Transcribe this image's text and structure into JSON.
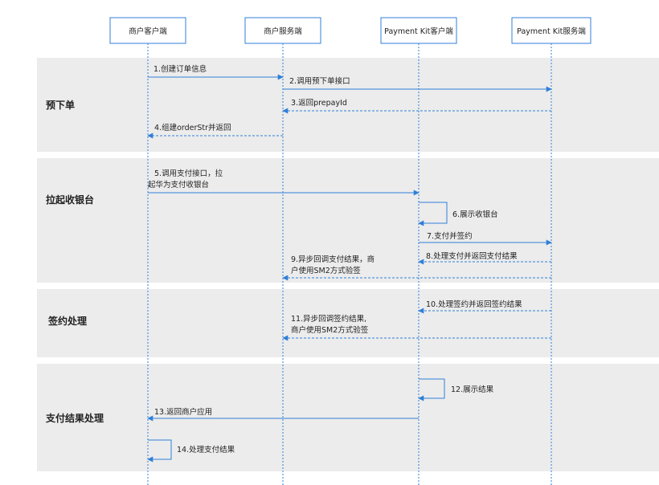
{
  "colors": {
    "lane_bg": "#ececec",
    "line": "#2f7fd8",
    "actor_border": "#2f7fd8",
    "actor_bg": "#ffffff",
    "text": "#222222"
  },
  "actors": [
    {
      "id": "merchant_client",
      "label": "商户客户端"
    },
    {
      "id": "merchant_server",
      "label": "商户服务端"
    },
    {
      "id": "kit_client",
      "label": "Payment Kit客户端"
    },
    {
      "id": "kit_server",
      "label": "Payment Kit服务端"
    }
  ],
  "lanes": [
    {
      "id": "prepay",
      "label": "预下单"
    },
    {
      "id": "cashier",
      "label": "拉起收银台"
    },
    {
      "id": "sign",
      "label": "签约处理"
    },
    {
      "id": "result",
      "label": "支付结果处理"
    }
  ],
  "messages": [
    {
      "id": "m1",
      "from": "merchant_client",
      "to": "merchant_server",
      "style": "solid",
      "lines": [
        "1.创建订单信息"
      ]
    },
    {
      "id": "m2",
      "from": "merchant_server",
      "to": "kit_server",
      "style": "solid",
      "lines": [
        "2.调用预下单接口"
      ]
    },
    {
      "id": "m3",
      "from": "kit_server",
      "to": "merchant_server",
      "style": "dashed",
      "lines": [
        "3.返回prepayId"
      ]
    },
    {
      "id": "m4",
      "from": "merchant_server",
      "to": "merchant_client",
      "style": "dashed",
      "lines": [
        "4.组建orderStr并返回"
      ]
    },
    {
      "id": "m5",
      "from": "merchant_client",
      "to": "kit_client",
      "style": "solid",
      "lines": [
        "5.调用支付接口，拉",
        "起华为支付收银台"
      ]
    },
    {
      "id": "m6",
      "from": "kit_client",
      "to": "kit_client",
      "style": "self",
      "lines": [
        "6.展示收银台"
      ]
    },
    {
      "id": "m7",
      "from": "kit_client",
      "to": "kit_server",
      "style": "solid",
      "lines": [
        "7.支付并签约"
      ]
    },
    {
      "id": "m8",
      "from": "kit_server",
      "to": "kit_client",
      "style": "dashed",
      "lines": [
        "8.处理支付并返回支付结果"
      ]
    },
    {
      "id": "m9",
      "from": "kit_server",
      "to": "merchant_server",
      "style": "dashed",
      "lines": [
        "9.异步回调支付结果，商",
        "户使用SM2方式验签"
      ]
    },
    {
      "id": "m10",
      "from": "kit_server",
      "to": "kit_client",
      "style": "dashed",
      "lines": [
        "10.处理签约并返回签约结果"
      ]
    },
    {
      "id": "m11",
      "from": "kit_server",
      "to": "merchant_server",
      "style": "dashed",
      "lines": [
        "11.异步回调签约结果,",
        "商户使用SM2方式验签"
      ]
    },
    {
      "id": "m12",
      "from": "kit_client",
      "to": "kit_client",
      "style": "self",
      "lines": [
        "12.展示结果"
      ]
    },
    {
      "id": "m13",
      "from": "kit_client",
      "to": "merchant_client",
      "style": "solid",
      "lines": [
        "13.返回商户应用"
      ]
    },
    {
      "id": "m14",
      "from": "merchant_client",
      "to": "merchant_client",
      "style": "self",
      "lines": [
        "14.处理支付结果"
      ]
    }
  ]
}
